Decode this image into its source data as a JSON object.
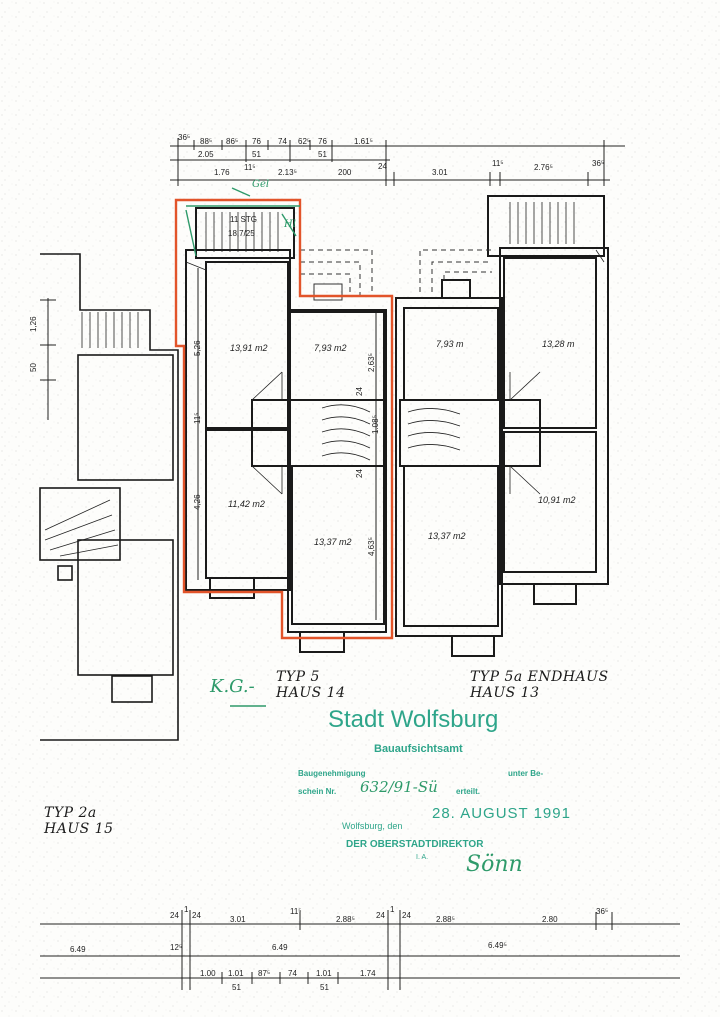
{
  "labels": {
    "haus14_type": "TYP 5",
    "haus14_name": "HAUS 14",
    "haus13_type": "TYP 5a ENDHAUS",
    "haus13_name": "HAUS 13",
    "haus15_type": "TYP 2a",
    "haus15_name": "HAUS 15",
    "handwritten_mark": "K.G.-",
    "handwritten_gel": "Gel",
    "handwritten_hl": "Hl"
  },
  "rooms": {
    "h14_top_left": "13,91 m2",
    "h14_top_right": "7,93 m2",
    "h14_bottom_left": "11,42 m2",
    "h14_bottom_right": "13,37 m2",
    "h13_top_left": "7,93 m",
    "h13_top_right": "13,28 m",
    "h13_bottom_left": "13,37 m2",
    "h13_bottom_right": "10,91 m2"
  },
  "stair": {
    "steps": "11 STG",
    "ratio": "18,7/25"
  },
  "dims_top": {
    "r1": [
      "36⁵",
      "88⁵",
      "86⁵",
      "76",
      "74",
      "62⁵",
      "76",
      "1.61⁵"
    ],
    "r2": [
      "2.05",
      "51",
      "51"
    ],
    "r3": [
      "1.76",
      "11⁵",
      "2.13⁵",
      "200",
      "24",
      "3.01",
      "11⁵",
      "2.76⁵",
      "36⁵"
    ]
  },
  "dims_bottom": {
    "r1": [
      "24",
      "1",
      "24",
      "3.01",
      "11⁵",
      "2.88⁵",
      "24",
      "1",
      "24",
      "2.88⁵",
      "2.80",
      "36⁵"
    ],
    "r2": [
      "6.49",
      "12⁵",
      "6.49",
      "6.49⁵"
    ],
    "r3": [
      "1.00",
      "1.01",
      "87⁵",
      "74",
      "1.01",
      "1.74"
    ],
    "r4": [
      "51",
      "51"
    ]
  },
  "dims_vertical": {
    "h14_upper": "5,26",
    "h14_mid": "11⁵",
    "h14_lower": "4,26",
    "h14_right_upper": "2,63⁵",
    "h14_right_lower": "4,63⁵",
    "center_a": "24",
    "center_b": "1.08⁵",
    "center_c": "24",
    "left_a": "1,26",
    "left_b": "50"
  },
  "stamp": {
    "city": "Stadt Wolfsburg",
    "office": "Bauaufsichtsamt",
    "permit_line": "Baugenehmigung",
    "permit_under": "unter Be-",
    "schein": "schein Nr.",
    "schein_no": "632/91-Sü",
    "erteilt": "erteilt.",
    "date_label": "Wolfsburg, den",
    "date": "28. AUGUST 1991",
    "authority": "DER OBERSTADTDIREKTOR",
    "ia": "I. A.",
    "signature": "Sönn"
  },
  "colors": {
    "outline": "#e2542a",
    "stamp": "#2ea58a",
    "ink": "#1a1a1a"
  }
}
